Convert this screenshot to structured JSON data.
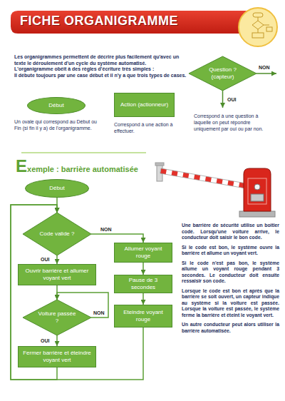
{
  "diagram": {
    "title": "FICHE ORGANIGRAMME",
    "nodes": [
      {
        "text": [
          "Début"
        ]
      },
      {
        "text": [
          "Action (actionneur)"
        ]
      },
      {
        "text": [
          "Question ? (capteur)"
        ]
      },
      {
        "text": [
          "Début"
        ]
      },
      {
        "text": [
          "Code valide ?"
        ]
      },
      {
        "text": [
          "Allumer voyant rouge"
        ]
      },
      {
        "text": [
          "Pause de 3 secondes"
        ]
      },
      {
        "text": [
          "Eteindre voyant rouge"
        ]
      },
      {
        "text": [
          "Ouvrir barrière et allumer voyant vert"
        ]
      },
      {
        "text": [
          "Voiture passée ?"
        ]
      },
      {
        "text": [
          "Fermer barrière et éteindre voyant vert"
        ]
      }
    ],
    "edges": [
      {
        "from": 3,
        "to": 4,
        "arrow": "to"
      },
      {
        "from": 4,
        "to": 5,
        "label": "NON",
        "arrow": "to"
      },
      {
        "from": 5,
        "to": 6,
        "arrow": "to"
      },
      {
        "from": 6,
        "to": 7,
        "arrow": "to"
      },
      {
        "from": 7,
        "to": 4,
        "arrow": "to"
      },
      {
        "from": 10,
        "to": 4,
        "arrow": "to"
      },
      {
        "from": 4,
        "to": 8,
        "label": "OUI",
        "arrow": "to"
      },
      {
        "from": 8,
        "to": 9,
        "arrow": "to"
      },
      {
        "from": 9,
        "to": 9,
        "label": "NON",
        "arrow": "to"
      },
      {
        "from": 9,
        "to": 10,
        "label": "OUI",
        "arrow": "to"
      }
    ],
    "labels": [
      "Les organigrammes permettent de décrire plus facilement qu'avec un texte le déroulement d'un cycle du système automatisé.",
      "L'organigramme obéit à des règles d'écriture très simples :",
      "Il débute toujours par une case début et il n'y a que trois types de cases.",
      "Un ovale qui correspond au Début ou Fin (si fin il y a) de l'organigramme.",
      "Correspond à une action à effectuer.",
      "NON",
      "OUI",
      "Correspond à une question à laquelle on peut répondre uniquement par oui ou par non.",
      "Exemple : barrière automatisée",
      "Une barrière de sécurité utilise un boitier codé. Lorsqu'une voiture arrive, le conducteur doit saisir le bon code.",
      "Si le code est bon, le système ouvre la barrière et allume un voyant vert.",
      "Si le code n'est pas bon, le système allume un voyant rouge pendant 3 secondes. Le conducteur doit ensuite ressaisir son code.",
      "Lorsque le code est bon et après que la barrière se soit ouvert, un capteur indique au système si la voiture est passée. Lorsque la voiture est passée, le système ferme la barrière et éteint le voyant vert.",
      "Un autre conducteur peut alors utiliser la barrière automatisée."
    ]
  }
}
